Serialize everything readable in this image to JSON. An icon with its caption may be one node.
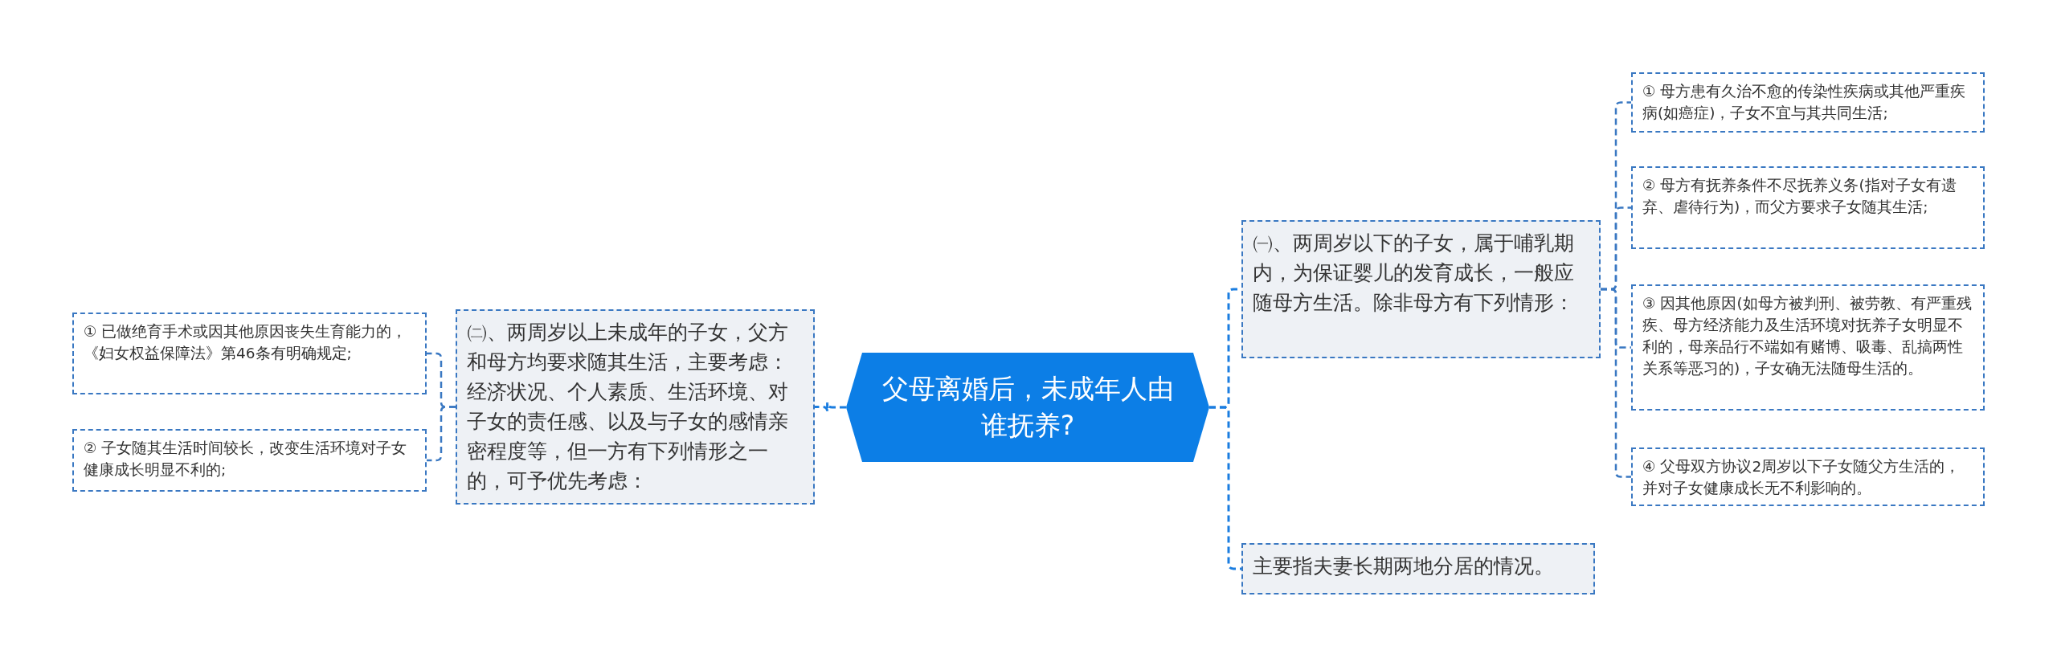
{
  "diagram": {
    "nodes": [
      {
        "text": [
          "父母离婚后，未成年人由谁抚养?"
        ]
      },
      {
        "text": [
          "㈠、两周岁以下的子女，属于哺乳期内，为保证婴儿的发育成长，一般应随母方生活。除非母方有下列情形："
        ]
      },
      {
        "text": [
          "① 母方患有久治不愈的传染性疾病或其他严重疾病(如癌症)，子女不宜与其共同生活;"
        ]
      },
      {
        "text": [
          "② 母方有抚养条件不尽抚养义务(指对子女有遗弃、虐待行为)，而父方要求子女随其生活;"
        ]
      },
      {
        "text": [
          "③ 因其他原因(如母方被判刑、被劳教、有严重残疾、母方经济能力及生活环境对抚养子女明显不利的，母亲品行不端如有赌博、吸毒、乱搞两性关系等恶习的)，子女确无法随母生活的。"
        ]
      },
      {
        "text": [
          "④ 父母双方协议2周岁以下子女随父方生活的，并对子女健康成长无不利影响的。"
        ]
      },
      {
        "text": [
          "主要指夫妻长期两地分居的情况。"
        ]
      },
      {
        "text": [
          "㈡、两周岁以上未成年的子女，父方和母方均要求随其生活，主要考虑：经济状况、个人素质、生活环境、对子女的责任感、以及与子女的感情亲密程度等，但一方有下列情形之一的，可予优先考虑："
        ]
      },
      {
        "text": [
          "① 已做绝育手术或因其他原因丧失生育能力的，《妇女权益保障法》第46条有明确规定;"
        ]
      },
      {
        "text": [
          "② 子女随其生活时间较长，改变生活环境对子女健康成长明显不利的;"
        ]
      }
    ],
    "edges": [
      {
        "from": 0,
        "to": 1,
        "arrow": "none"
      },
      {
        "from": 1,
        "to": 2,
        "arrow": "none"
      },
      {
        "from": 1,
        "to": 3,
        "arrow": "none"
      },
      {
        "from": 1,
        "to": 4,
        "arrow": "none"
      },
      {
        "from": 1,
        "to": 5,
        "arrow": "none"
      },
      {
        "from": 0,
        "to": 6,
        "arrow": "none"
      },
      {
        "from": 0,
        "to": 7,
        "arrow": "none"
      },
      {
        "from": 7,
        "to": 8,
        "arrow": "none"
      },
      {
        "from": 7,
        "to": 9,
        "arrow": "none"
      }
    ]
  }
}
